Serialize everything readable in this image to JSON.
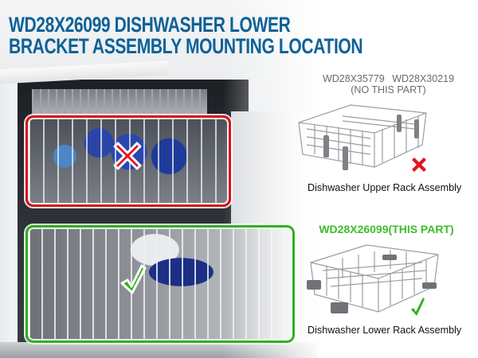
{
  "title": {
    "line1": "WD28X26099 DISHWASHER LOWER",
    "line2": "BRACKET ASSEMBLY MOUNTING LOCATION",
    "color": "#0e6297"
  },
  "photo": {
    "upper_rack_marker": {
      "icon": "red-x-icon",
      "color": "#d8131b"
    },
    "lower_rack_marker": {
      "icon": "green-check-icon",
      "color": "#2fb21c"
    }
  },
  "upper_part": {
    "codes": "WD28X35779  WD28X30219",
    "note": "(NO THIS PART)",
    "caption": "Dishwasher Upper Rack Assembly",
    "status_icon": "red-x-icon"
  },
  "lower_part": {
    "code_label": "WD28X26099(THIS PART)",
    "caption": "Dishwasher Lower Rack Assembly",
    "status_icon": "green-check-icon",
    "color": "#3ebd2a"
  }
}
